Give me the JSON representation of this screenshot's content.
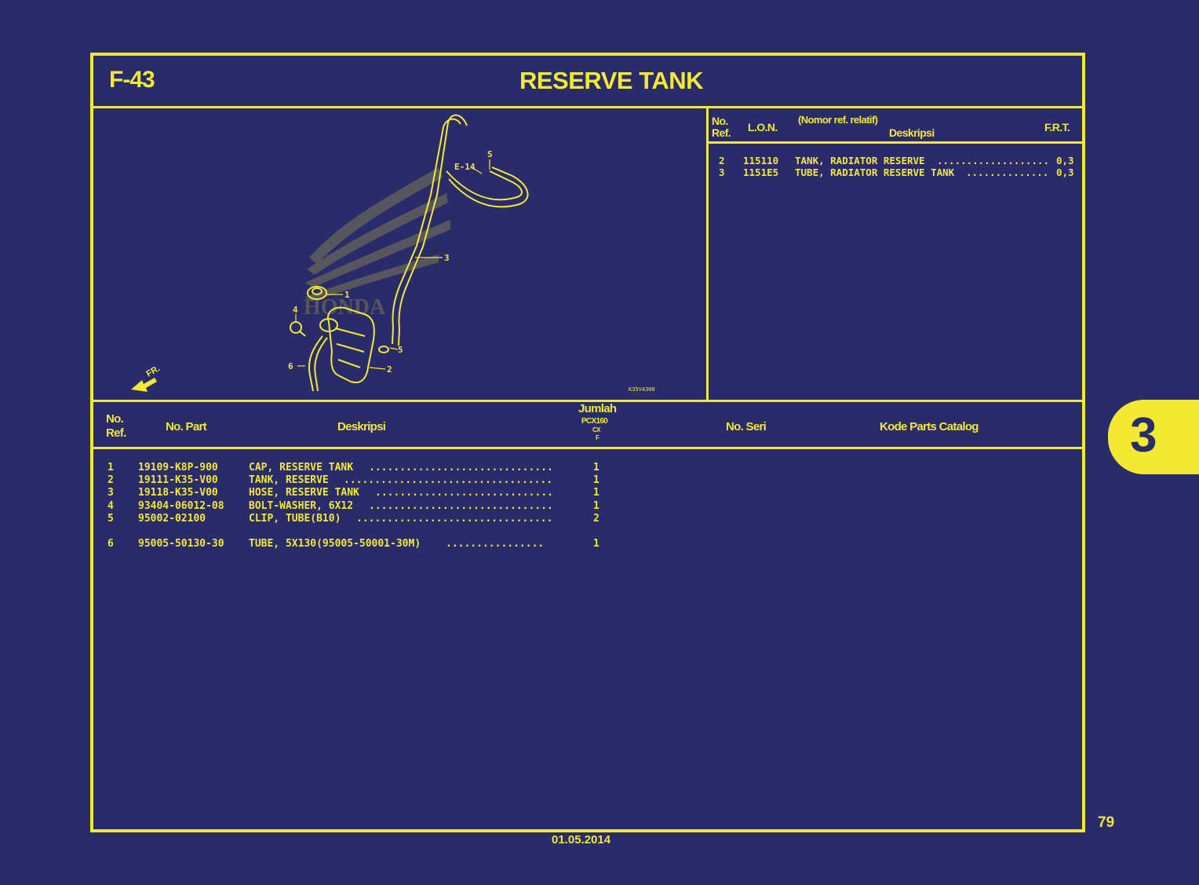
{
  "header": {
    "figure_code": "F-43",
    "title": "RESERVE TANK"
  },
  "diagram": {
    "watermark": "HONDA",
    "callouts": [
      "1",
      "2",
      "3",
      "4",
      "5",
      "6",
      "S",
      "E-14"
    ],
    "front_label": "FR.",
    "drawing_code": "K35V4300"
  },
  "relative_table": {
    "headers": {
      "no": "No.",
      "ref": "Ref.",
      "lon": "L.O.N.",
      "nomor": "(Nomor ref. relatif)",
      "deskripsi": "Deskripsi",
      "frt": "F.R.T."
    },
    "rows": [
      {
        "ref": "2",
        "lon": "115110",
        "desc": "TANK, RADIATOR RESERVE",
        "dots": "...................",
        "frt": "0,3"
      },
      {
        "ref": "3",
        "lon": "1151E5",
        "desc": "TUBE, RADIATOR RESERVE TANK",
        "dots": "..............",
        "frt": "0,3"
      }
    ]
  },
  "parts_table": {
    "headers": {
      "no": "No.",
      "ref": "Ref.",
      "no_part": "No. Part",
      "deskripsi": "Deskripsi",
      "jumlah": "Jumlah",
      "model": "PCX160",
      "variant": "CX",
      "type": "F",
      "no_seri": "No. Seri",
      "kode": "Kode Parts Catalog"
    },
    "rows": [
      {
        "ref": "1",
        "part": "19109-K8P-900",
        "desc": "CAP, RESERVE TANK",
        "dots": "..............................",
        "qty": "1"
      },
      {
        "ref": "2",
        "part": "19111-K35-V00",
        "desc": "TANK, RESERVE",
        "dots": "..................................",
        "qty": "1"
      },
      {
        "ref": "3",
        "part": "19118-K35-V00",
        "desc": "HOSE, RESERVE TANK",
        "dots": ".............................",
        "qty": "1"
      },
      {
        "ref": "4",
        "part": "93404-06012-08",
        "desc": "BOLT-WASHER, 6X12",
        "dots": "..............................",
        "qty": "1"
      },
      {
        "ref": "5",
        "part": "95002-02100",
        "desc": "CLIP, TUBE(B10)",
        "dots": "................................",
        "qty": "2"
      },
      {
        "ref": "6",
        "part": "95005-50130-30",
        "desc": "TUBE, 5X130(95005-50001-30M)",
        "dots": "................",
        "qty": "1"
      }
    ]
  },
  "tab": {
    "label": "3"
  },
  "footer": {
    "page": "79",
    "date": "01.05.2014"
  },
  "colors": {
    "background": "#2a2b6b",
    "accent": "#f2e933"
  }
}
